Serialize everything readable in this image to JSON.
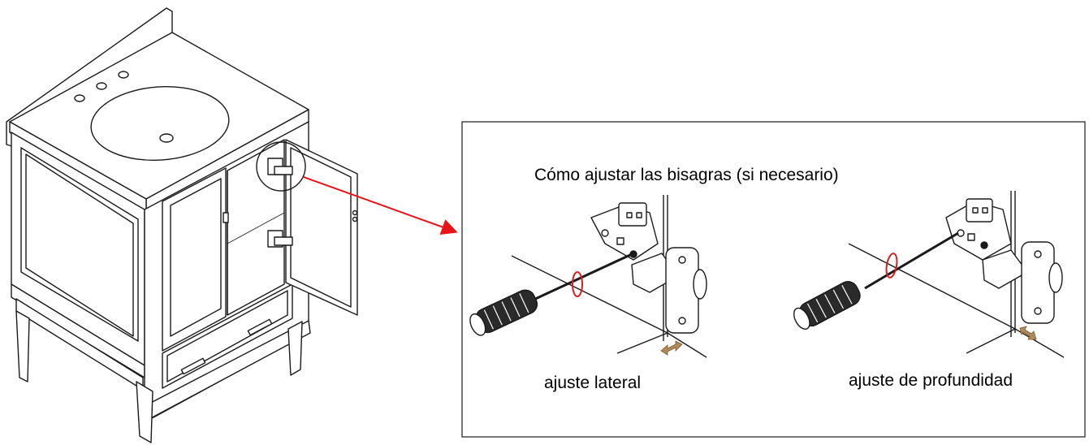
{
  "panel": {
    "title": "Cómo ajustar las bisagras (si necesario)",
    "left_caption": "ajuste lateral",
    "right_caption": "ajuste de profundidad"
  },
  "colors": {
    "pointer_arrow": "#e8141a",
    "rotation_marker": "#d42020",
    "adjust_arrow": "#b08a5a",
    "line": "#1a1a1a"
  }
}
